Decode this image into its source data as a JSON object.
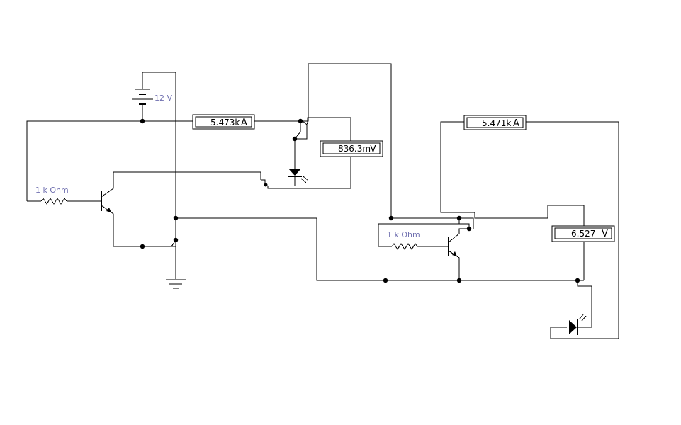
{
  "labels": {
    "battery": "12 V",
    "resistor_left": "1 k Ohm",
    "resistor_right": "1 k Ohm"
  },
  "meters": {
    "ammeter_left": {
      "value": "5.473k",
      "unit": "A"
    },
    "voltmeter_led": {
      "value": "836.3m",
      "unit": "V"
    },
    "ammeter_right": {
      "value": "5.471k",
      "unit": "A"
    },
    "voltmeter_right": {
      "value": "6.527",
      "unit": "V"
    }
  },
  "colors": {
    "wire": "#000000",
    "label": "#7070b0",
    "background": "#ffffff"
  }
}
